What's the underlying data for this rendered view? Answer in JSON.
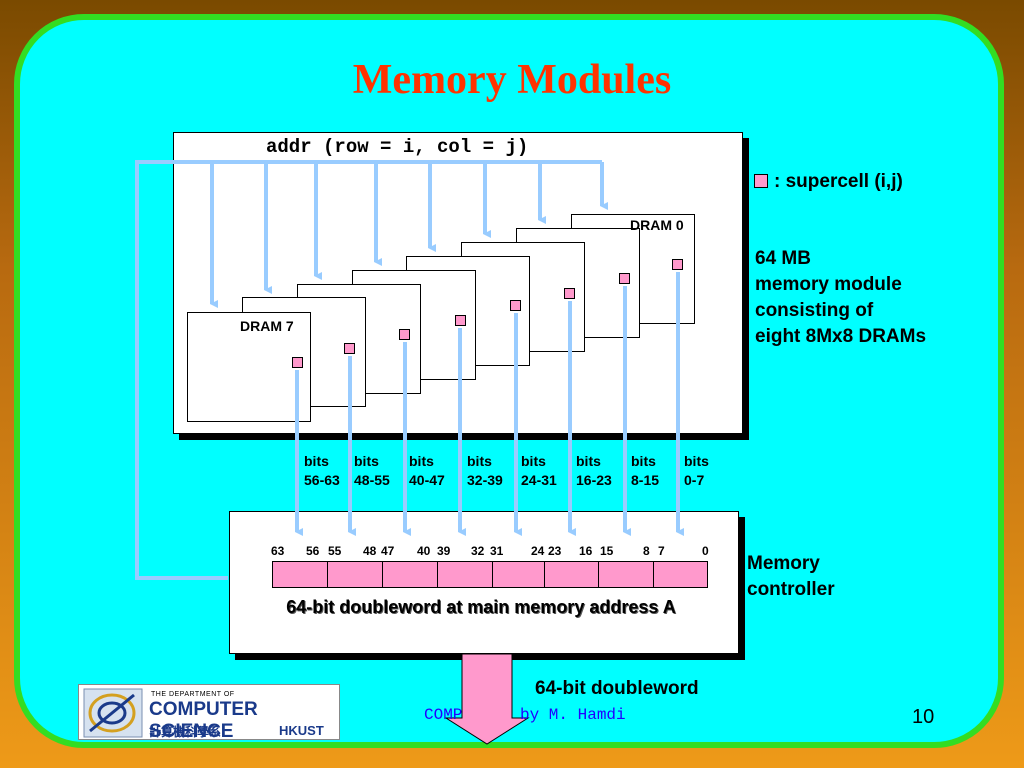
{
  "title": "Memory Modules",
  "addr_label": "addr (row = i, col = j)",
  "dram_first_label": "DRAM 0",
  "dram_last_label": "DRAM 7",
  "legend_text": ": supercell (i,j)",
  "module_desc": [
    "64 MB",
    "memory module",
    "consisting of",
    "eight 8Mx8 DRAMs"
  ],
  "bits_groups": [
    {
      "word": "bits",
      "range": "56-63"
    },
    {
      "word": "bits",
      "range": "48-55"
    },
    {
      "word": "bits",
      "range": "40-47"
    },
    {
      "word": "bits",
      "range": "32-39"
    },
    {
      "word": "bits",
      "range": "24-31"
    },
    {
      "word": "bits",
      "range": "16-23"
    },
    {
      "word": "bits",
      "range": "8-15"
    },
    {
      "word": "bits",
      "range": "0-7"
    }
  ],
  "bit_numbers": [
    "63",
    "56",
    "55",
    "48",
    "47",
    "40",
    "39",
    "32",
    "31",
    "24",
    "23",
    "16",
    "15",
    "8",
    "7",
    "0"
  ],
  "doubleword_caption": "64-bit doubleword at main memory address A",
  "controller_label": [
    "Memory",
    "controller"
  ],
  "output_label": "64-bit doubleword",
  "footer_left": "COMP",
  "footer_right": "by M. Hamdi",
  "page_number": "10",
  "logo": {
    "top": "THE DEPARTMENT OF",
    "main": "COMPUTER SCIENCE",
    "sub": "計算機科學系",
    "hk": "HKUST"
  },
  "colors": {
    "background": "#00ffff",
    "border": "#33dd22",
    "title": "#ff3300",
    "supercell": "#ff99cc",
    "arrow": "#99ccff",
    "footer": "#2200ff"
  }
}
